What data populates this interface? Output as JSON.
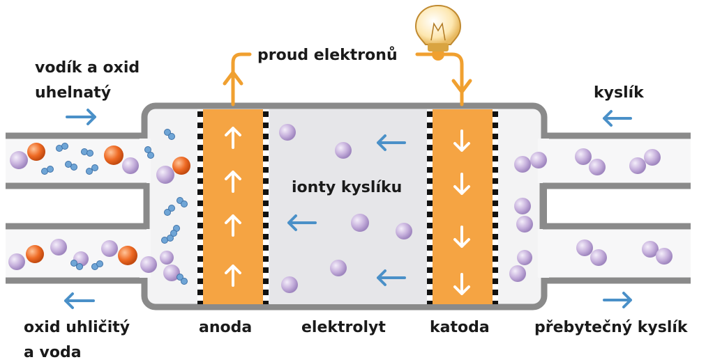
{
  "labels": {
    "fuel_in_line1": "vodík a oxid",
    "fuel_in_line2": "uhelnatý",
    "exhaust_line1": "oxid uhličitý",
    "exhaust_line2": "a voda",
    "anode": "anoda",
    "electrolyte": "elektrolyt",
    "cathode": "katoda",
    "excess_oxygen": "přebytečný kyslík",
    "oxygen_in": "kyslík",
    "electron_current": "proud elektronů",
    "oxygen_ions": "ionty kyslíku"
  },
  "colors": {
    "electrode": "#f5a443",
    "electron_path": "#f0a030",
    "flow_arrow": "#4a90c8",
    "housing": "#8a8a8a",
    "electrolyte_fill": "#e8e8ea",
    "oxygen_atom": "#c9b4de",
    "carbon_atom": "#e8621f",
    "hydrogen_atom": "#6fa5d6"
  },
  "icons": {
    "bulb": "light-bulb-icon"
  }
}
